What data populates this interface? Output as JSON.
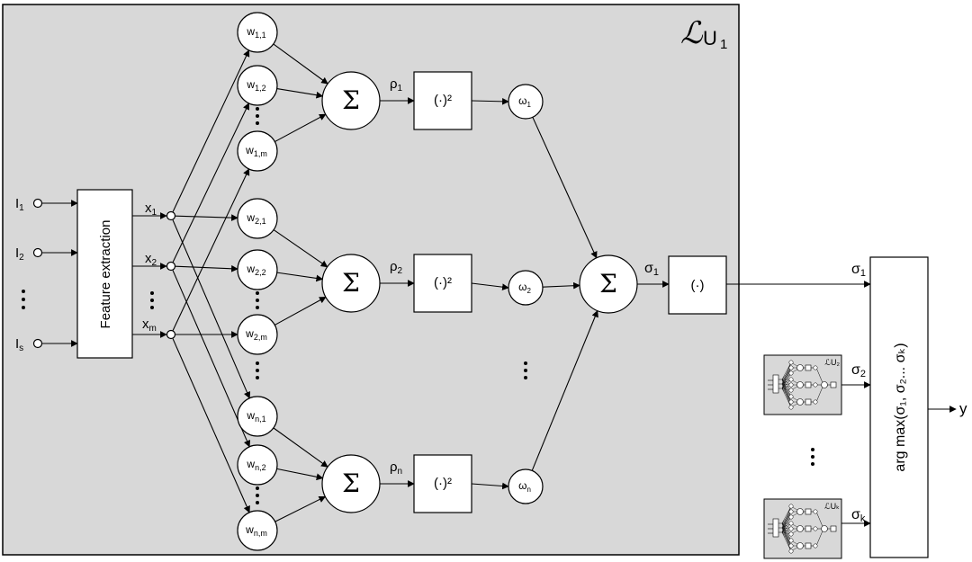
{
  "panel": {
    "label_main": "ℒ",
    "label_sub_letter": "U",
    "label_sub_index": "1",
    "background": "#d8d8d8"
  },
  "inputs": [
    {
      "base": "I",
      "sub": "1"
    },
    {
      "base": "I",
      "sub": "2"
    },
    {
      "base": "I",
      "sub": "s"
    }
  ],
  "feature_box": {
    "label": "Feature extraction"
  },
  "features": [
    {
      "base": "x",
      "sub": "1"
    },
    {
      "base": "x",
      "sub": "2"
    },
    {
      "base": "x",
      "sub": "m"
    }
  ],
  "weights": [
    [
      {
        "base": "w",
        "sub": "1,1"
      },
      {
        "base": "w",
        "sub": "1,2"
      },
      {
        "base": "w",
        "sub": "1,m"
      }
    ],
    [
      {
        "base": "w",
        "sub": "2,1"
      },
      {
        "base": "w",
        "sub": "2,2"
      },
      {
        "base": "w",
        "sub": "2,m"
      }
    ],
    [
      {
        "base": "w",
        "sub": "n,1"
      },
      {
        "base": "w",
        "sub": "n,2"
      },
      {
        "base": "w",
        "sub": "n,m"
      }
    ]
  ],
  "sum_symbol": "Σ",
  "rho": [
    {
      "base": "ρ",
      "sub": "1"
    },
    {
      "base": "ρ",
      "sub": "2"
    },
    {
      "base": "ρ",
      "sub": "n"
    }
  ],
  "square_label": "(·)²",
  "omega": [
    {
      "base": "ω",
      "sub": "1"
    },
    {
      "base": "ω",
      "sub": "2"
    },
    {
      "base": "ω",
      "sub": "n"
    }
  ],
  "sigma_out": {
    "base": "σ",
    "sub": "1"
  },
  "sqrt_label": "(·)",
  "argmax": {
    "label": "arg max(σ₁, σ₂... σₖ)"
  },
  "sigmas": [
    {
      "base": "σ",
      "sub": "1"
    },
    {
      "base": "σ",
      "sub": "2"
    },
    {
      "base": "σ",
      "sub": "k"
    }
  ],
  "thumbnails": [
    {
      "label": "ℒU₂"
    },
    {
      "label": "ℒUₖ"
    }
  ],
  "output": {
    "label": "y"
  }
}
